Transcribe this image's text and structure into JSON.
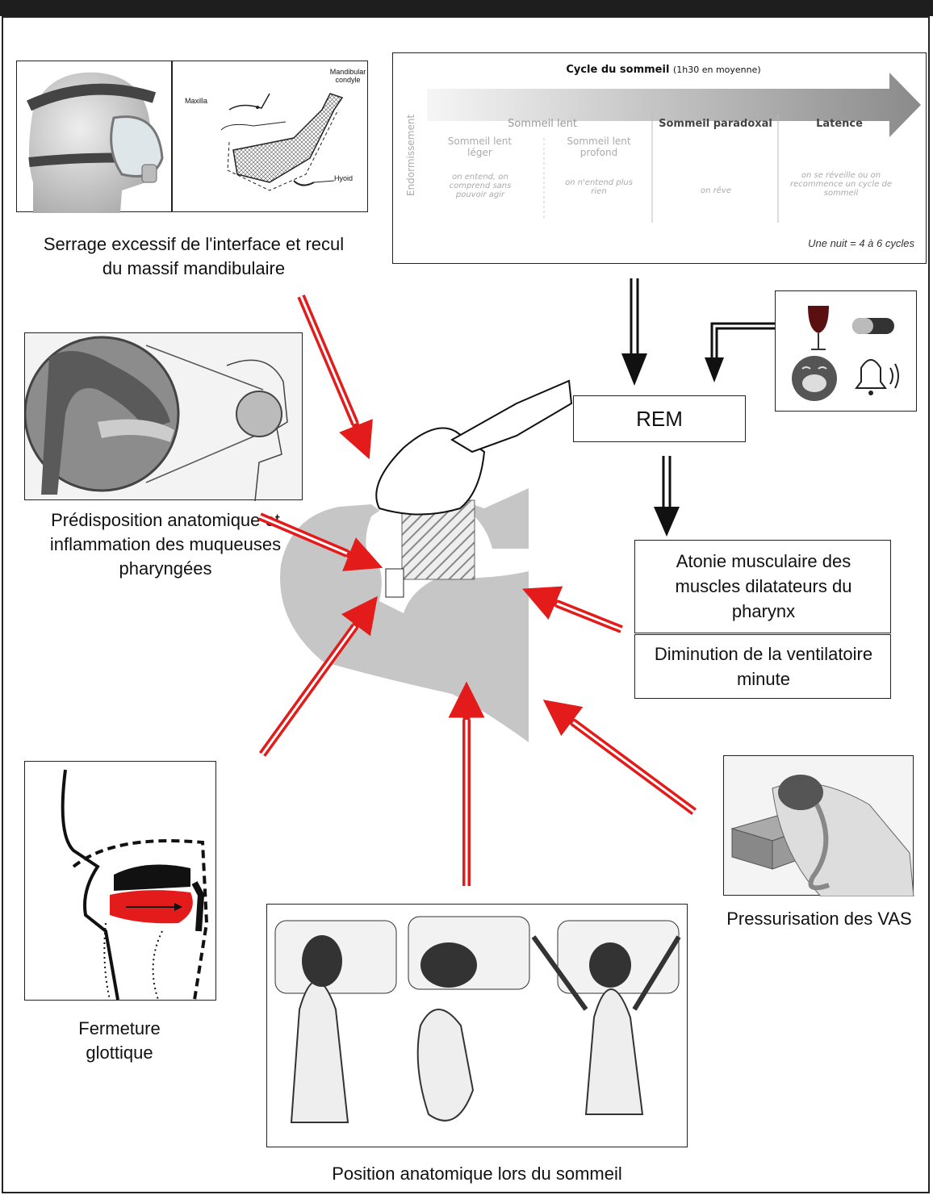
{
  "captions": {
    "mask": "Serrage excessif de l'interface et recul du massif mandibulaire",
    "anatomy": "Prédisposition anatomique et inflammation des muqueuses pharyngées",
    "glottis": "Fermeture glottique",
    "position": "Position anatomique lors du sommeil",
    "pressure": "Pressurisation des VAS"
  },
  "jaw_labels": {
    "maxilla": "Maxilla",
    "condyle": "Mandibular condyle",
    "hyoid": "Hyoid"
  },
  "rem": "REM",
  "atonie": "Atonie musculaire des muscles dilatateurs du pharynx",
  "diminution": "Diminution de la ventilatoire minute",
  "cycle": {
    "title": "Cycle du sommeil",
    "title_note": "(1h30 en moyenne)",
    "side_label": "Endormissement",
    "lent": "Sommeil lent",
    "paradoxal": "Sommeil paradoxal",
    "latence": "Latence",
    "leger": "Sommeil lent léger",
    "profond": "Sommeil lent profond",
    "leger_desc": "on entend, on comprend sans pouvoir agir",
    "profond_desc": "on n'entend plus rien",
    "paradoxal_desc": "on rêve",
    "latence_desc": "on se réveille ou on recommence un cycle de sommeil",
    "footer": "Une nuit = 4 à 6 cycles"
  },
  "icons": [
    "wine-glass-icon",
    "pill-icon",
    "yawning-face-icon",
    "alarm-bell-icon"
  ],
  "colors": {
    "arrow_red": "#e41b1b",
    "head_gray": "#c4c4c4",
    "frame": "#1e1e1e"
  }
}
